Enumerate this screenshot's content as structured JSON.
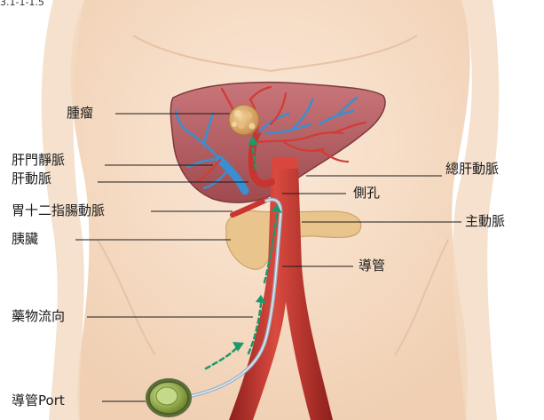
{
  "corner_text": "3.1-1-1.5",
  "labels": {
    "tumor": "腫瘤",
    "portal_vein": "肝門靜脈",
    "hepatic_artery": "肝動脈",
    "gastroduodenal_artery": "胃十二指腸動脈",
    "pancreas": "胰臟",
    "drug_flow": "藥物流向",
    "catheter_port": "導管Port",
    "common_hepatic_artery": "總肝動脈",
    "side_hole": "側孔",
    "aorta": "主動脈",
    "catheter": "導管"
  },
  "colors": {
    "skin": "#f6dcc4",
    "liver": "#b55a5e",
    "artery": "#c8342f",
    "vein": "#3a8fd0",
    "pancreas": "#e9c48a",
    "catheter": "#9fb4c8",
    "flow_arrow": "#1a9a6a",
    "port": "#8aa94a"
  }
}
